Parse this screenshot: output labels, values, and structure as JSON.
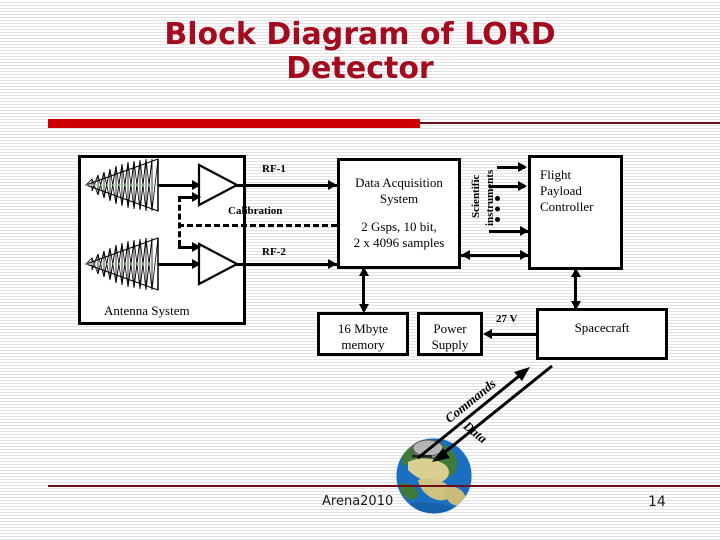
{
  "slide": {
    "title": "Block Diagram of LORD Detector",
    "title_line1": "Block Diagram of LORD",
    "title_line2": "Detector",
    "accent_color": "#CC0000",
    "title_color": "#A50B1E",
    "rule_color": "#6E0C18"
  },
  "footer": {
    "left": "Arena2010",
    "page_number": "14"
  },
  "diagram": {
    "antenna_system": {
      "label": "Antenna System",
      "antenna_1_name": "log-periodic-antenna",
      "antenna_2_name": "log-periodic-antenna",
      "amplifier_1_name": "amplifier",
      "amplifier_2_name": "amplifier"
    },
    "signals": {
      "rf1": "RF-1",
      "rf2": "RF-2",
      "calibration": "Calibration"
    },
    "daq": {
      "line1": "Data Acquisition",
      "line2": "System",
      "line3": "2 Gsps, 10 bit,",
      "line4": "2 x 4096 samples"
    },
    "scientific_instruments": {
      "line1": "Scientific",
      "line2": "instruments"
    },
    "flight_payload_controller": {
      "line1": "Flight",
      "line2": "Payload",
      "line3": "Controller"
    },
    "memory": {
      "line1": "16 Mbyte",
      "line2": "memory"
    },
    "power_supply": {
      "line1": "Power",
      "line2": "Supply"
    },
    "voltage": "27 V",
    "spacecraft": "Spacecraft",
    "downlink": {
      "commands": "Commands",
      "data": "Data"
    },
    "earth": "earth-globe-image"
  }
}
